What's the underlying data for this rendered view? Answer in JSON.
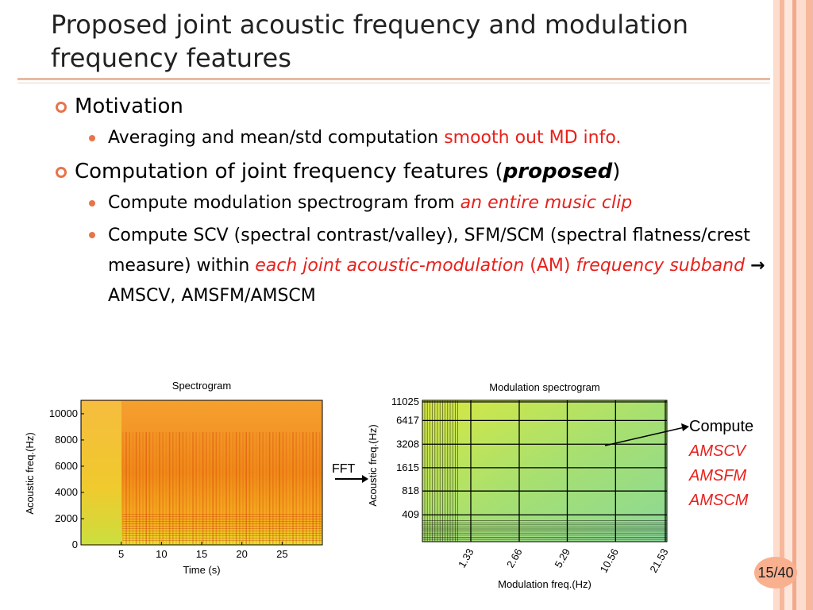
{
  "slide": {
    "title": "Proposed joint acoustic frequency and modulation frequency features",
    "page": "15/40"
  },
  "bullets": {
    "b1": "Motivation",
    "b1_sub1_plain": "Averaging and mean/std computation ",
    "b1_sub1_red": "smooth out MD info.",
    "b2_plain": "Computation of joint frequency features (",
    "b2_bold": "proposed",
    "b2_close": ")",
    "b2_sub1_plain": "Compute modulation spectrogram from ",
    "b2_sub1_red": "an entire music clip",
    "b2_sub2_a": "Compute SCV (spectral contrast/valley), SFM/SCM (spectral flatness/crest measure) within ",
    "b2_sub2_red1": "each joint acoustic-modulation",
    "b2_sub2_red2": "(AM) ",
    "b2_sub2_red3": "frequency subband",
    "b2_sub2_arrow": "→",
    "b2_sub2_tail": " AMSCV, AMSFM/AMSCM"
  },
  "fft_label": "FFT",
  "compute": {
    "label": "Compute",
    "items": [
      "AMSCV",
      "AMSFM",
      "AMSCM"
    ]
  },
  "chart_data": [
    {
      "type": "heatmap",
      "title": "Spectrogram",
      "xlabel": "Time (s)",
      "ylabel": "Acoustic freq.(Hz)",
      "xticks": [
        "5",
        "10",
        "15",
        "20",
        "25"
      ],
      "yticks": [
        "0",
        "2000",
        "4000",
        "6000",
        "8000",
        "10000"
      ],
      "xlim": [
        0,
        30
      ],
      "ylim": [
        0,
        11025
      ]
    },
    {
      "type": "heatmap",
      "title": "Modulation spectrogram",
      "xlabel": "Modulation freq.(Hz)",
      "ylabel": "Acoustic freq.(Hz)",
      "xticks": [
        "1.33",
        "2.66",
        "5.29",
        "10.56",
        "21.53"
      ],
      "yticks": [
        "409",
        "818",
        "1615",
        "3208",
        "6417",
        "11025"
      ]
    }
  ],
  "colors": {
    "accent": "#e8744a",
    "highlight": "#e8201b",
    "stripe_dark": "#f2a98a",
    "stripe_light": "#fbdccd"
  }
}
